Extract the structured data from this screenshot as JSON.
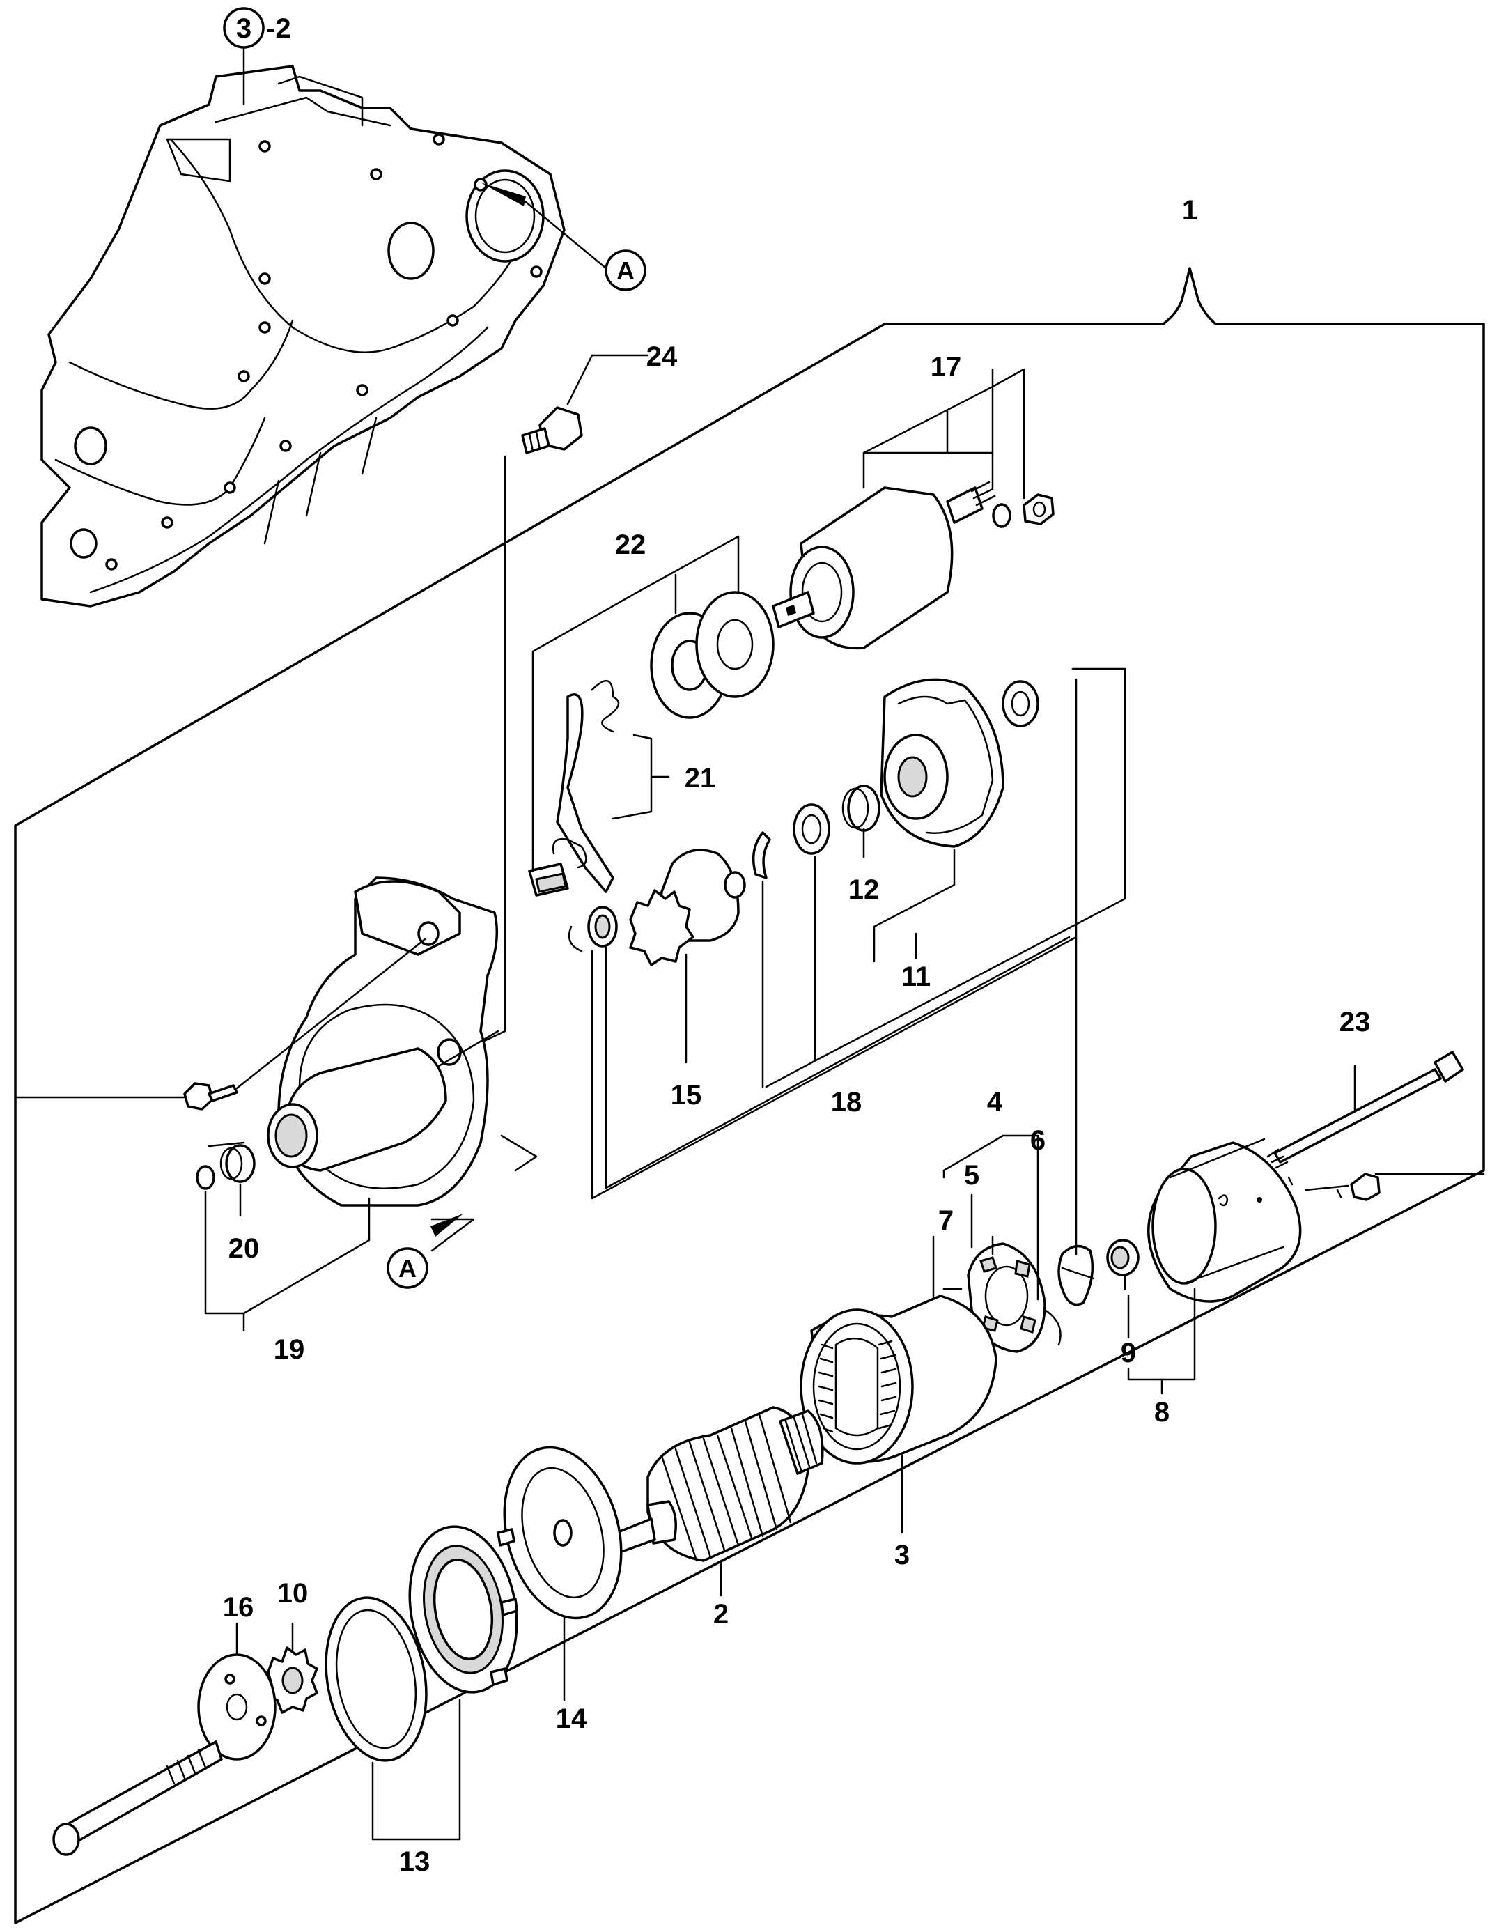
{
  "callouts": {
    "c1": "1",
    "c2": "2",
    "c3": "3",
    "c4": "4",
    "c5": "5",
    "c6": "6",
    "c7": "7",
    "c8": "8",
    "c9": "9",
    "c10": "10",
    "c11": "11",
    "c12": "12",
    "c13": "13",
    "c14": "14",
    "c15": "15",
    "c16": "16",
    "c17": "17",
    "c18": "18",
    "c19": "19",
    "c20": "20",
    "c21": "21",
    "c22": "22",
    "c23": "23",
    "c24": "24"
  },
  "reference": {
    "circled_number": "3",
    "suffix": "-2"
  },
  "view_marker": {
    "letter": "A"
  }
}
